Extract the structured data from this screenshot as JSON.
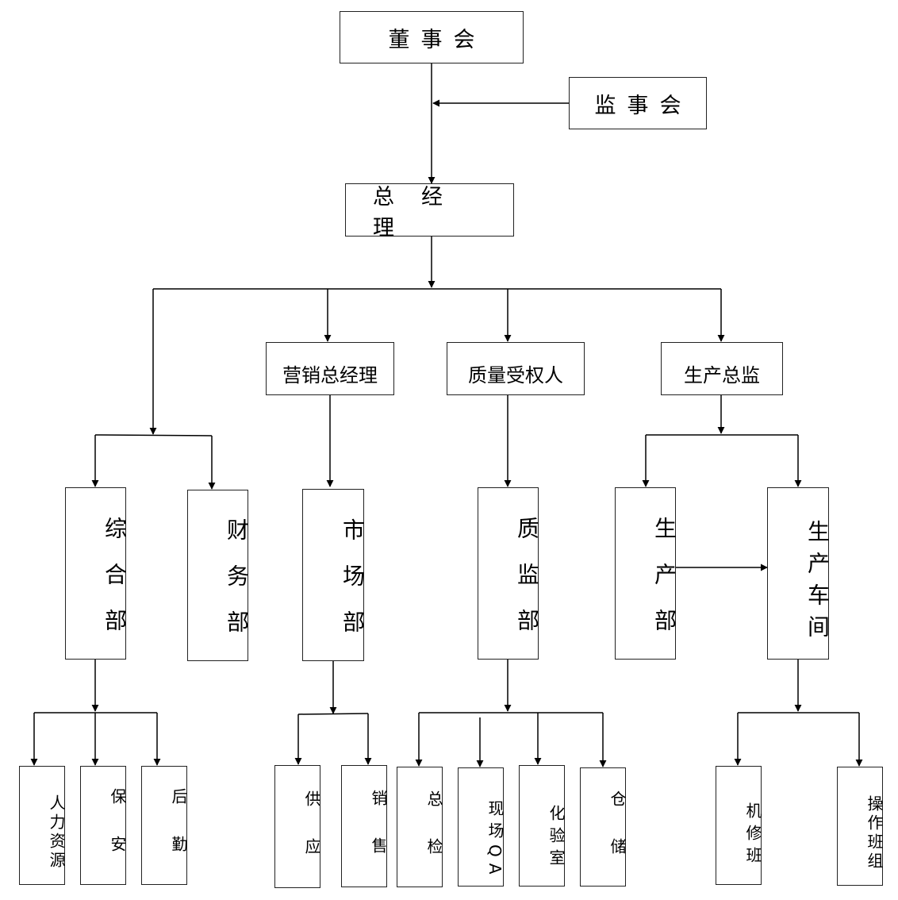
{
  "nodes": {
    "board": "董事会",
    "supervisors": "监事会",
    "gm": "总经理",
    "sales_gm": "营销总经理",
    "qa_person": "质量受权人",
    "prod_director": "生产总监",
    "admin_dept": "综合部",
    "finance_dept": "财务部",
    "market_dept": "市场部",
    "quality_dept": "质监部",
    "production_dept": "生产部",
    "workshop": "生产车间",
    "hr": "人力资源",
    "security": "保安",
    "logistics": "后勤",
    "supply": "供应",
    "sales": "销售",
    "final_inspection": "总检",
    "onsite_qa": "现场QA",
    "lab": "化验室",
    "warehouse": "仓储",
    "maintenance": "机修班",
    "operation_team": "操作班组"
  }
}
